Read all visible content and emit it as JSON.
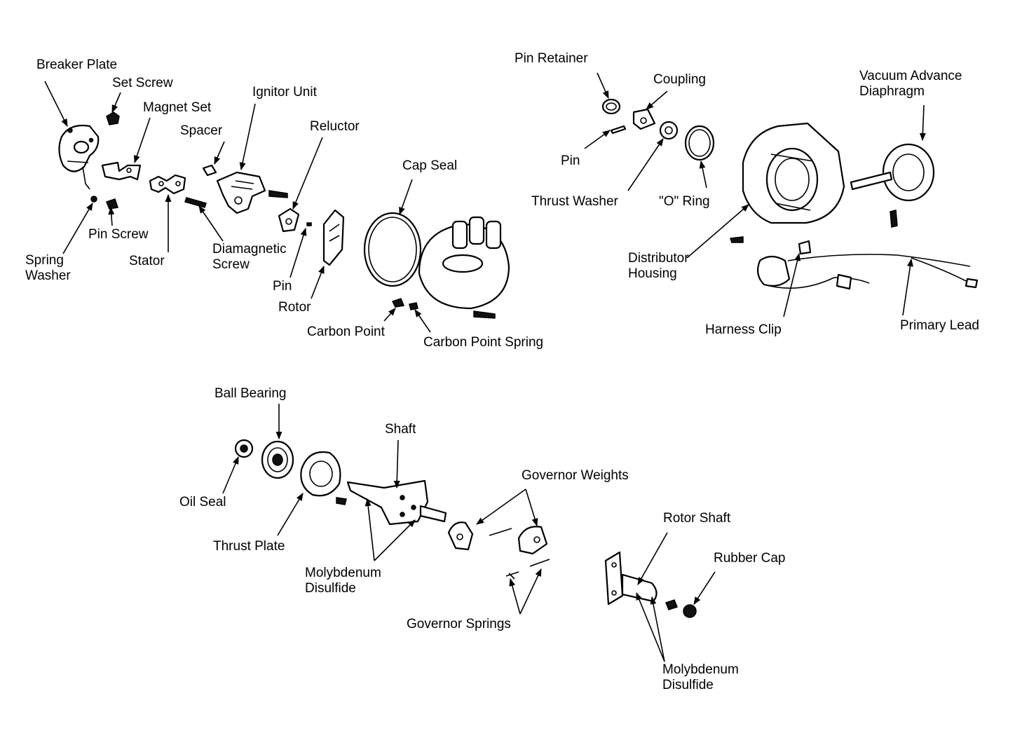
{
  "labels": {
    "breaker_plate": "Breaker Plate",
    "set_screw": "Set Screw",
    "magnet_set": "Magnet Set",
    "ignitor_unit": "Ignitor Unit",
    "spacer": "Spacer",
    "reluctor": "Reluctor",
    "cap_seal": "Cap Seal",
    "pin_screw": "Pin Screw",
    "spring_washer": [
      "Spring",
      "Washer"
    ],
    "stator": "Stator",
    "diamagnetic_screw": [
      "Diamagnetic",
      "Screw"
    ],
    "pin_left": "Pin",
    "rotor": "Rotor",
    "carbon_point": "Carbon Point",
    "carbon_point_spring": "Carbon Point Spring",
    "pin_retainer": "Pin Retainer",
    "coupling": "Coupling",
    "vacuum_advance_diaphragm": [
      "Vacuum Advance",
      "Diaphragm"
    ],
    "pin_right": "Pin",
    "thrust_washer": "Thrust Washer",
    "o_ring": "\"O\" Ring",
    "distributor_housing": [
      "Distributor",
      "Housing"
    ],
    "harness_clip": "Harness Clip",
    "primary_lead": "Primary Lead",
    "ball_bearing": "Ball Bearing",
    "shaft": "Shaft",
    "governor_weights": "Governor Weights",
    "oil_seal": "Oil Seal",
    "thrust_plate": "Thrust Plate",
    "molybdenum_disulfide_left": [
      "Molybdenum",
      "Disulfide"
    ],
    "rotor_shaft": "Rotor Shaft",
    "rubber_cap": "Rubber Cap",
    "governor_springs": "Governor Springs",
    "molybdenum_disulfide_right": [
      "Molybdenum",
      "Disulfide"
    ]
  },
  "colors": {
    "ink": "#000000",
    "background": "#ffffff"
  }
}
